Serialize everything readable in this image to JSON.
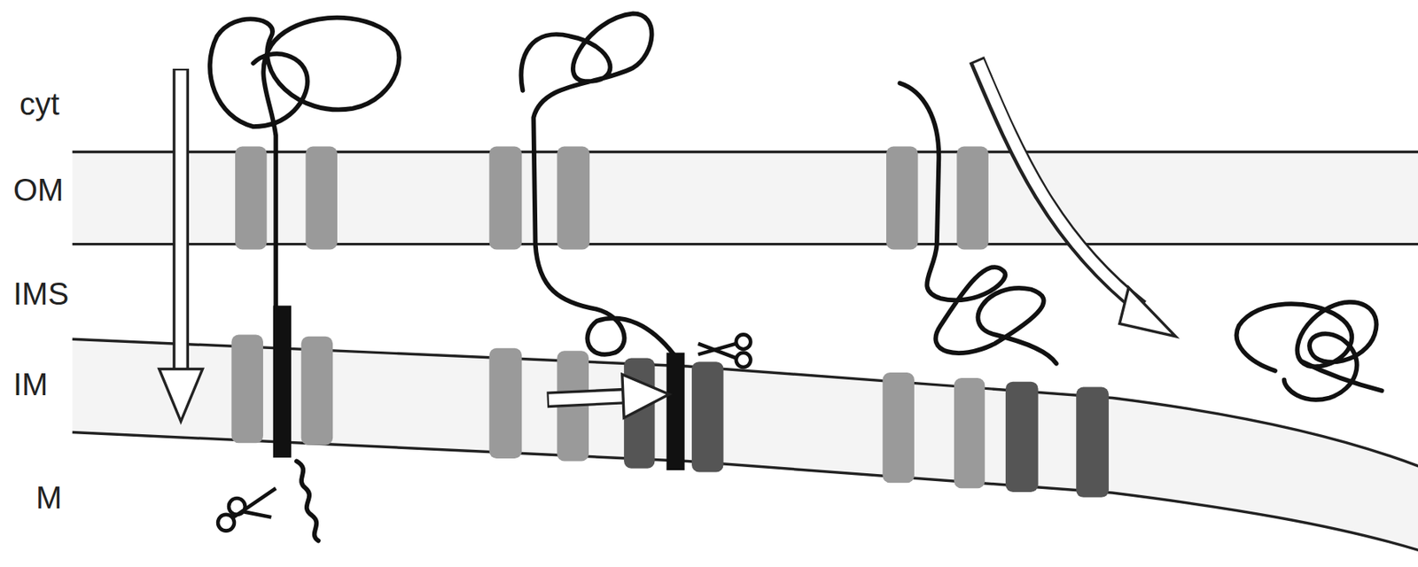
{
  "diagram": {
    "labels": [
      "cyt",
      "OM",
      "IMS",
      "IM",
      "M"
    ]
  }
}
